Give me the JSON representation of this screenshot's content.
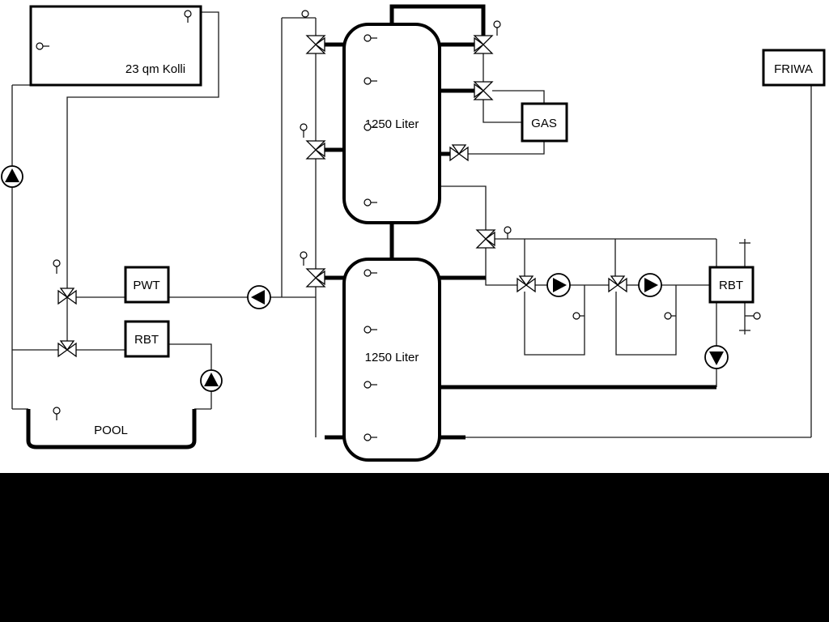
{
  "diagram": {
    "type": "hydraulic-schematic",
    "background_color": "#ffffff",
    "line_color": "#000000",
    "mask_color": "#000000",
    "labels": {
      "collector": "23 qm Kolli",
      "tank_top": "1250 Liter",
      "tank_bottom": "1250 Liter",
      "gas": "GAS",
      "friwa": "FRIWA",
      "pwt": "PWT",
      "rbt_left": "RBT",
      "rbt_right": "RBT",
      "pool": "POOL"
    },
    "components": {
      "pumps": 6,
      "three_way_valves": 9,
      "sensors": 18,
      "buffer_tanks": 2
    }
  }
}
